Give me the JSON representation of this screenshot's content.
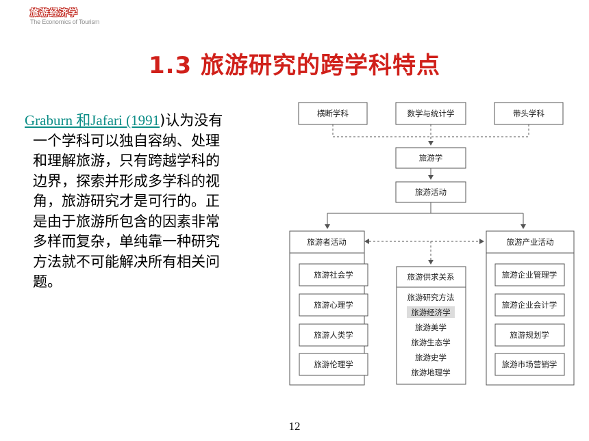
{
  "header": {
    "logo_cn": "旅游经济学",
    "logo_en": "The Economics of Tourism"
  },
  "slide": {
    "title": "1.3 旅游研究的跨学科特点",
    "citation": "Graburn 和Jafari (1991",
    "body_lines": [
      ")认为没有",
      "一个学科可以独自容纳、处理",
      "和理解旅游，只有跨越学科的",
      "边界，探索并形成多学科的视",
      "角，旅游研究才是可行的。正",
      "是由于旅游所包含的因素非常",
      "多样而复杂，单纯靠一种研究",
      "方法就不可能解决所有相关问",
      "题。"
    ],
    "page_number": "12"
  },
  "diagram": {
    "top_boxes": [
      "横断学科",
      "数学与统计学",
      "带头学科"
    ],
    "tourism_box": "旅游学",
    "activity_box": "旅游活动",
    "left_panel": {
      "header": "旅游者活动",
      "items": [
        "旅游社会学",
        "旅游心理学",
        "旅游人类学",
        "旅游伦理学"
      ]
    },
    "middle_panel": {
      "header": "旅游供求关系",
      "subheader": "旅游研究方法",
      "highlight": "旅游经济学",
      "items": [
        "旅游美学",
        "旅游生态学",
        "旅游史学",
        "旅游地理学"
      ]
    },
    "right_panel": {
      "header": "旅游产业活动",
      "items": [
        "旅游企业管理学",
        "旅游企业会计学",
        "旅游规划学",
        "旅游市场营销学"
      ]
    },
    "colors": {
      "highlight_bg": "#dcdcdc",
      "border": "#555555"
    }
  }
}
